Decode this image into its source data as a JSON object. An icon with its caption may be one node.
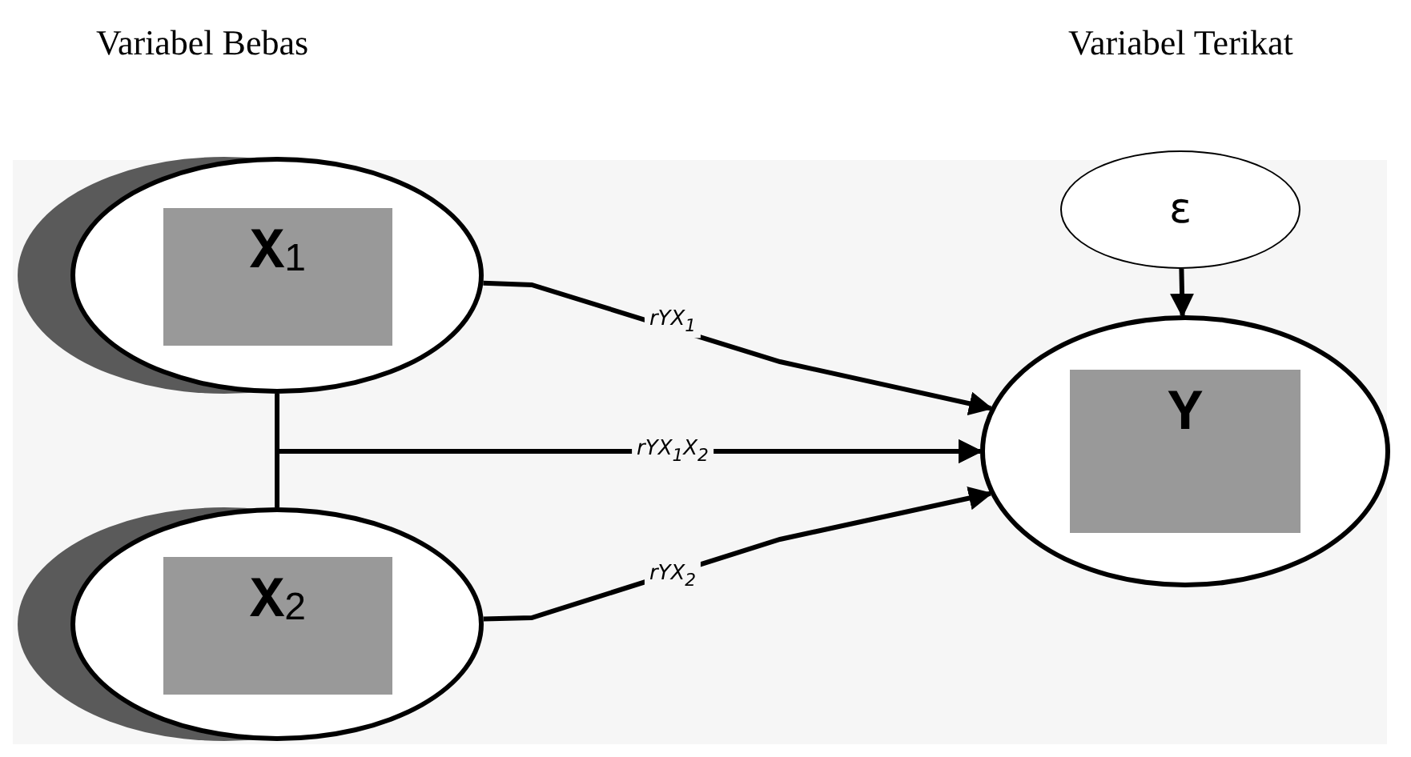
{
  "diagram": {
    "nodes": [
      {
        "text": [
          "X$_{1}$"
        ]
      },
      {
        "text": [
          "X$_{2}$"
        ]
      },
      {
        "text": [
          "ε"
        ]
      },
      {
        "text": [
          "Y"
        ]
      }
    ],
    "edges": [
      {
        "from": 0,
        "to": 3,
        "arrow": "to",
        "label": "rYX$_{1}$"
      },
      {
        "from": 0,
        "to": 3,
        "arrow": "to",
        "label": "rYX$_{1}$X$_{2}$"
      },
      {
        "from": 1,
        "to": 3,
        "arrow": "to"
      },
      {
        "from": 1,
        "to": 3,
        "arrow": "to",
        "label": "rYX$_{2}$"
      },
      {
        "from": 2,
        "to": 3,
        "arrow": "to"
      }
    ],
    "labels": [
      "Variabel Bebas",
      "Variabel Terikat"
    ]
  }
}
